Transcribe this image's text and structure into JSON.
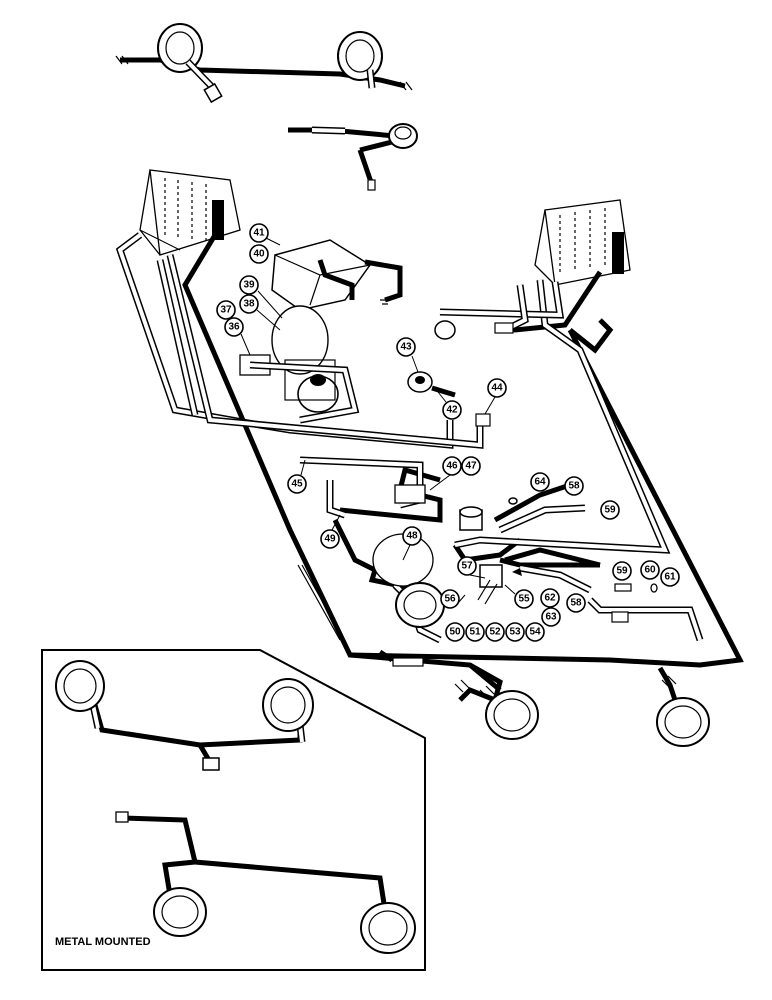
{
  "figure": {
    "inset_label": "METAL MOUNTED",
    "callouts": [
      "36",
      "37",
      "38",
      "39",
      "40",
      "41",
      "42",
      "43",
      "44",
      "45",
      "46",
      "47",
      "48",
      "49",
      "50",
      "51",
      "52",
      "53",
      "54",
      "55",
      "56",
      "57",
      "58",
      "58",
      "59",
      "59",
      "60",
      "61",
      "62",
      "63",
      "64"
    ]
  }
}
